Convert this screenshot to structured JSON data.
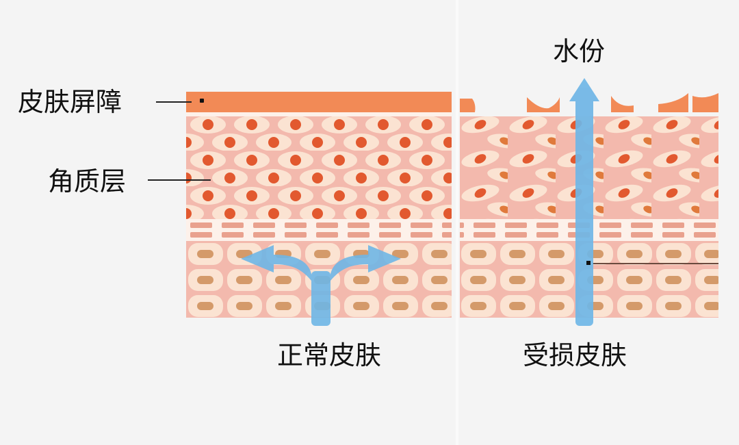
{
  "labels": {
    "skin_barrier": "皮肤屏障",
    "stratum_corneum": "角质层",
    "water": "水份",
    "normal_skin": "正常皮肤",
    "damaged_skin": "受损皮肤"
  },
  "colors": {
    "background": "#f4f4f4",
    "barrier_orange": "#f28a56",
    "cell_pink": "#f3b9ad",
    "cell_cream": "#fbe3d2",
    "nucleus_red": "#e2592f",
    "nucleus_tan": "#d49a6a",
    "arrow_blue": "#6fb6e6"
  },
  "panels": [
    {
      "name": "normal-skin",
      "caption_key": "normal_skin",
      "barrier": "intact",
      "water_flow": "retained-split-sideways"
    },
    {
      "name": "damaged-skin",
      "caption_key": "damaged_skin",
      "barrier": "broken",
      "water_flow": "escaping-upward"
    }
  ]
}
